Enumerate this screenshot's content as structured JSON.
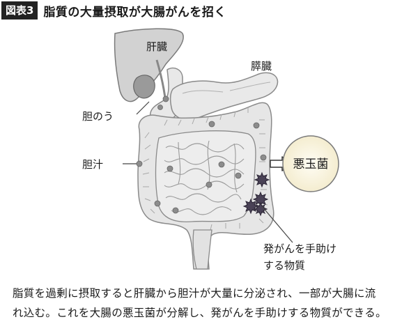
{
  "header": {
    "figure_label": "図表3",
    "title": "脂質の大量摂取が大腸がんを招く"
  },
  "diagram": {
    "labels": {
      "liver": "肝臓",
      "pancreas": "膵臓",
      "gallbladder": "胆のう",
      "bile": "胆汁",
      "bad_bacteria": "悪玉菌",
      "carcinogen_line1": "発がんを手助け",
      "carcinogen_line2": "する物質"
    }
  },
  "caption": {
    "line1": "脂質を過剰に摂取すると肝臓から胆汁が大量に分泌され、一部が大腸に流",
    "line2": "れ込む。これを大腸の悪玉菌が分解し、発がんを手助けする物質ができる。"
  },
  "colors": {
    "organ_fill": "#e6e6e6",
    "organ_stroke": "#8a8a8a",
    "liver_fill": "#d2d2d2",
    "gallbladder_fill": "#9a9a9a",
    "bacteria_circle_fill": "#fbf6e3",
    "bacteria_mark": "#4a4256"
  }
}
